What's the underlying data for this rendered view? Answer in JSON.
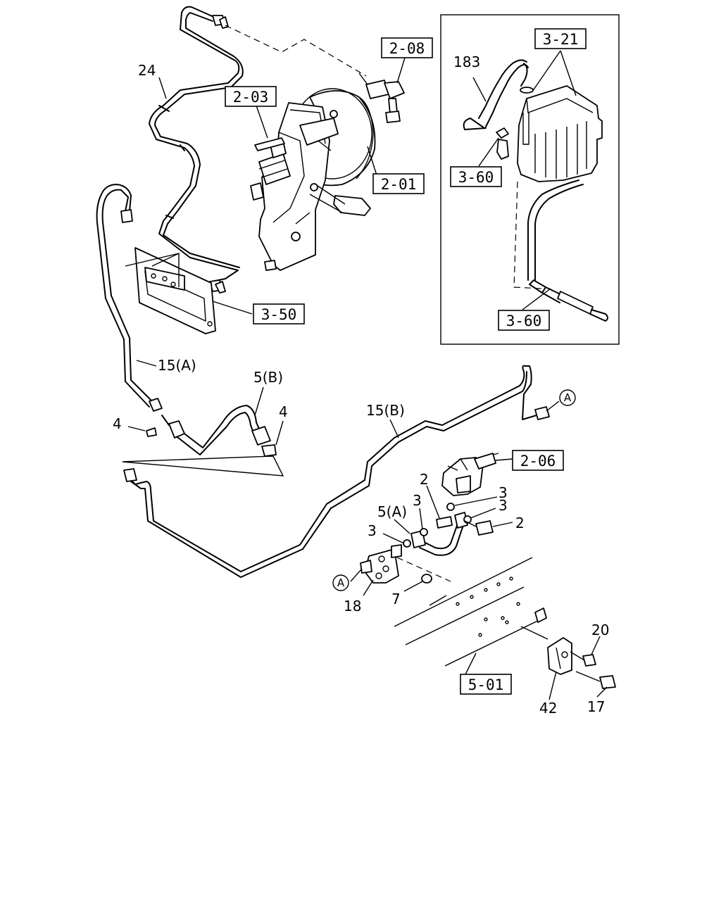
{
  "ref_boxes": {
    "b_208": "2-08",
    "b_203": "2-03",
    "b_201": "2-01",
    "b_321": "3-21",
    "b_360a": "3-60",
    "b_360b": "3-60",
    "b_350": "3-50",
    "b_206": "2-06",
    "b_501": "5-01"
  },
  "labels": {
    "l_24": "24",
    "l_183": "183",
    "l_15a": "15(A)",
    "l_5b": "5(B)",
    "l_4a": "4",
    "l_4b": "4",
    "l_15b": "15(B)",
    "l_2a": "2",
    "l_3a": "3",
    "l_3b": "3",
    "l_5a": "5(A)",
    "l_3c": "3",
    "l_2b": "2",
    "l_3d": "3",
    "l_18": "18",
    "l_7": "7",
    "l_20": "20",
    "l_42": "42",
    "l_17": "17"
  },
  "markers": {
    "m_a1": "A",
    "m_a2": "A"
  }
}
